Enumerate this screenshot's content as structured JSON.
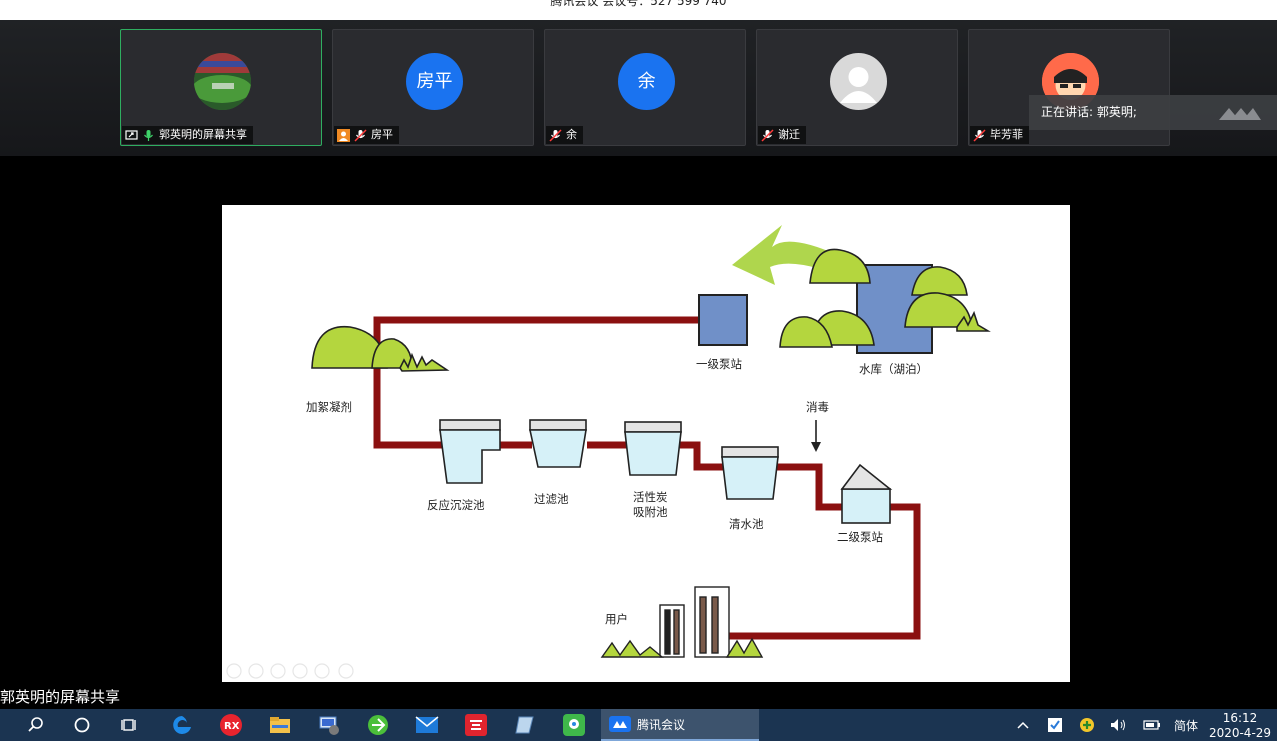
{
  "window": {
    "title": "腾讯会议 会议号：527 599 740"
  },
  "participants": [
    {
      "name": "郭英明的屏幕共享",
      "avatar_type": "photo",
      "active": true
    },
    {
      "name": "房平",
      "avatar_text": "房平",
      "avatar_type": "text"
    },
    {
      "name": "余",
      "avatar_text": "余",
      "avatar_type": "text"
    },
    {
      "name": "谢迁",
      "avatar_type": "default"
    },
    {
      "name": "毕芳菲",
      "avatar_type": "cartoon"
    }
  ],
  "speaking": {
    "text": "正在讲话: 郭英明;"
  },
  "slide": {
    "labels": {
      "pump1": "一级泵站",
      "reservoir": "水库（湖泊）",
      "coagulant": "加絮凝剂",
      "disinfect": "消毒",
      "sediment": "反应沉淀池",
      "filter": "过滤池",
      "carbon_line1": "活性炭",
      "carbon_line2": "吸附池",
      "clearwater": "清水池",
      "pump2": "二级泵站",
      "user": "用户"
    }
  },
  "share_caption": "郭英明的屏幕共享",
  "taskbar": {
    "meeting_app": "腾讯会议",
    "ime": "简体",
    "time": "16:12",
    "date": "2020-4-29"
  },
  "colors": {
    "pipe": "#8b1010",
    "accent_blue": "#1a73f0",
    "active_green": "#2fae60"
  }
}
